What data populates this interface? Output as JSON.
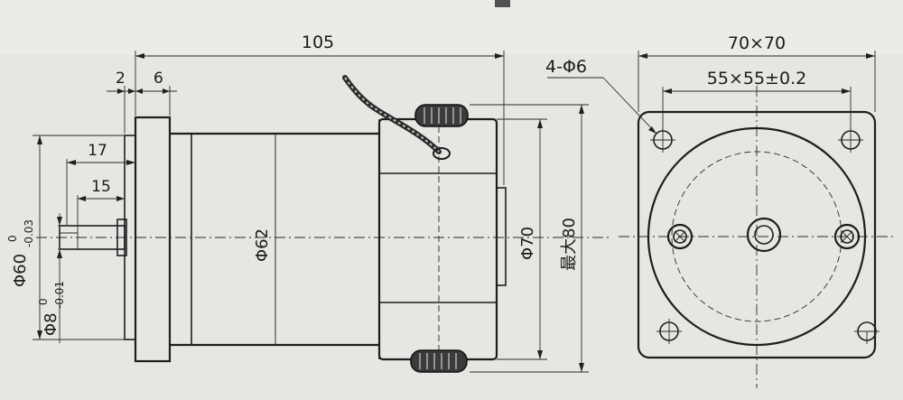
{
  "dimensions": {
    "overall_length": "105",
    "flange_gap": "2",
    "flange_thickness": "6",
    "shaft_total": "17",
    "shaft_flat": "15",
    "flange_pilot_dia": "Φ60",
    "flange_pilot_tol_upper": "0",
    "flange_pilot_tol_lower": "-0.03",
    "shaft_dia": "Φ8",
    "shaft_tol_upper": "0",
    "shaft_tol_lower": "-0.01",
    "body_dia": "Φ62",
    "gearbox_dia": "Φ70",
    "max_height": "最大80",
    "flange_square": "70×70",
    "bolt_pitch": "55×55±0.2",
    "mounting_holes": "4-Φ6"
  }
}
